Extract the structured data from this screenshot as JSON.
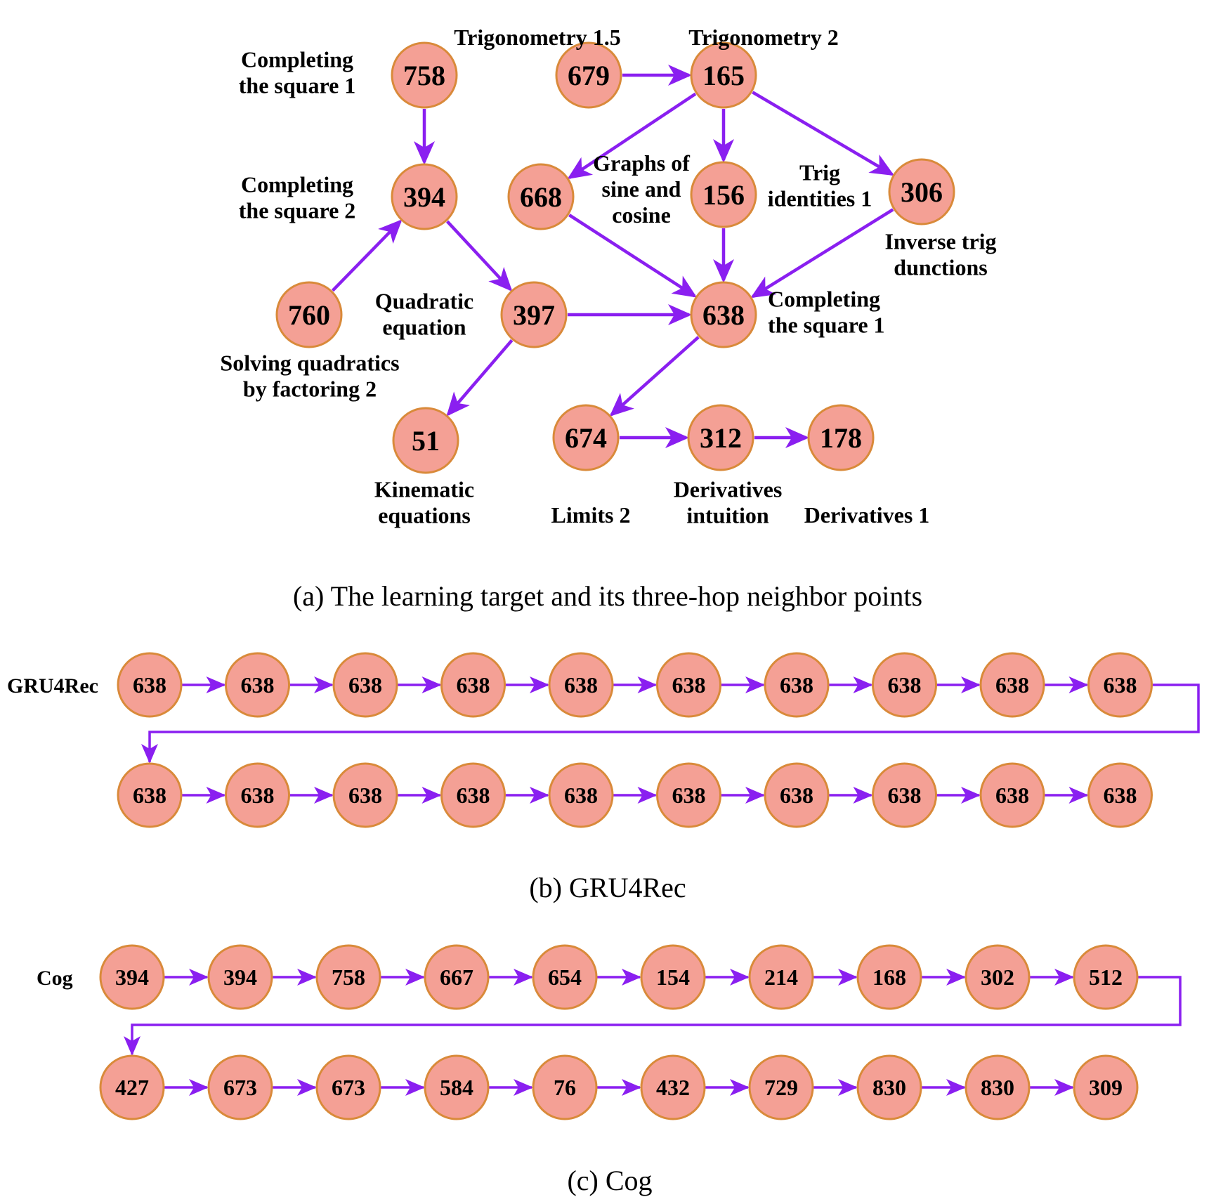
{
  "colors": {
    "node_fill": "#f4a095",
    "node_stroke": "#d98a3a",
    "edge": "#8a1ff0"
  },
  "panel_a": {
    "caption": "(a) The learning target and its three-hop neighbor points",
    "nodes": [
      {
        "id": "758",
        "label": [
          "Completing",
          "the square 1"
        ]
      },
      {
        "id": "394",
        "label": [
          "Completing",
          "the square 2"
        ]
      },
      {
        "id": "760",
        "label": [
          "Solving quadratics",
          "by factoring 2"
        ]
      },
      {
        "id": "397",
        "label": [
          "Quadratic",
          "equation"
        ]
      },
      {
        "id": "51",
        "label": [
          "Kinematic",
          "equations"
        ]
      },
      {
        "id": "679",
        "label": [
          "Trigonometry 1.5"
        ]
      },
      {
        "id": "165",
        "label": [
          "Trigonometry 2"
        ]
      },
      {
        "id": "668",
        "label": [
          "Graphs of",
          "sine and",
          "cosine"
        ]
      },
      {
        "id": "156",
        "label": []
      },
      {
        "id": "306",
        "label": [
          "Inverse trig",
          "dunctions"
        ]
      },
      {
        "id": "638",
        "label": [
          "Completing",
          "the square 1"
        ]
      },
      {
        "id": "674",
        "label": [
          "Limits 2"
        ]
      },
      {
        "id": "312",
        "label": [
          "Derivatives",
          "intuition"
        ]
      },
      {
        "id": "178",
        "label": [
          "Derivatives 1"
        ]
      }
    ],
    "extra_labels": [
      {
        "id": "trig-identities",
        "label": [
          "Trig",
          "identities 1"
        ]
      }
    ],
    "edges": [
      [
        "758",
        "394"
      ],
      [
        "760",
        "394"
      ],
      [
        "394",
        "397"
      ],
      [
        "397",
        "638"
      ],
      [
        "397",
        "51"
      ],
      [
        "679",
        "165"
      ],
      [
        "165",
        "668"
      ],
      [
        "165",
        "156"
      ],
      [
        "165",
        "306"
      ],
      [
        "668",
        "638"
      ],
      [
        "156",
        "638"
      ],
      [
        "306",
        "638"
      ],
      [
        "638",
        "674"
      ],
      [
        "674",
        "312"
      ],
      [
        "312",
        "178"
      ]
    ]
  },
  "panel_b": {
    "caption": "(b) GRU4Rec",
    "row_label": "GRU4Rec",
    "sequence": [
      "638",
      "638",
      "638",
      "638",
      "638",
      "638",
      "638",
      "638",
      "638",
      "638",
      "638",
      "638",
      "638",
      "638",
      "638",
      "638",
      "638",
      "638",
      "638",
      "638"
    ]
  },
  "panel_c": {
    "caption": "(c) Cog",
    "row_label": "Cog",
    "sequence": [
      "394",
      "394",
      "758",
      "667",
      "654",
      "154",
      "214",
      "168",
      "302",
      "512",
      "427",
      "673",
      "673",
      "584",
      "76",
      "432",
      "729",
      "830",
      "830",
      "309"
    ]
  }
}
